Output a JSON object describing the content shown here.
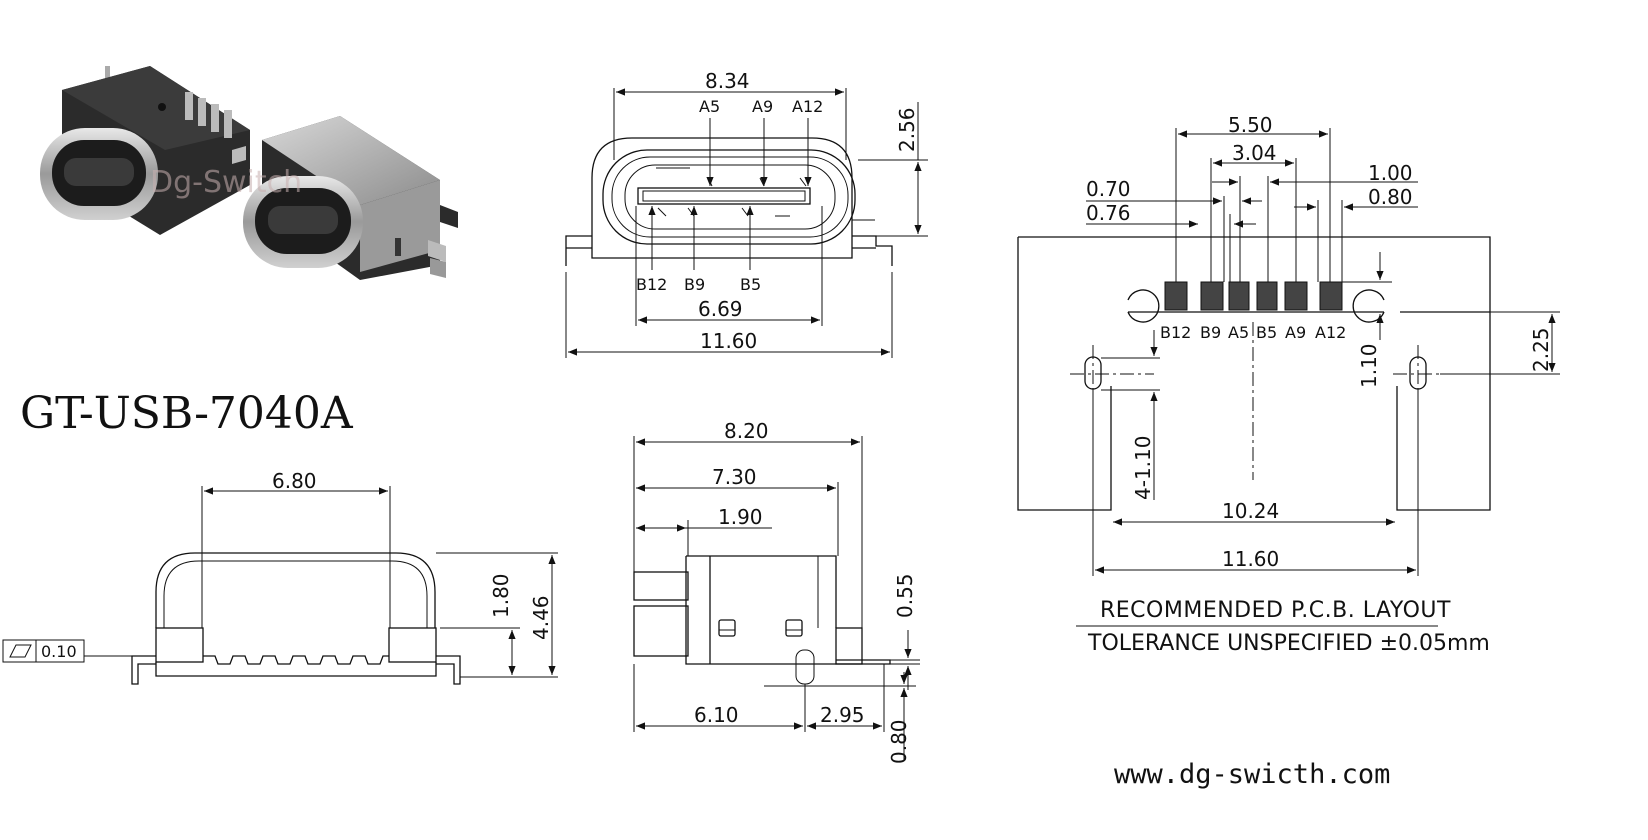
{
  "model": "GT-USB-7040A",
  "website": "www.dg-swicth.com",
  "watermark": "Dg-Switch",
  "colors": {
    "ink": "#111111",
    "pad_fill": "#444444",
    "photo_body": "#2a2a2a",
    "photo_metal": "#b8b8b8"
  },
  "front_view": {
    "dims": {
      "top_width": "8.34",
      "height": "2.56",
      "inner_width": "6.69",
      "total_width": "11.60"
    },
    "pins_top": [
      "A5",
      "A9",
      "A12"
    ],
    "pins_bottom": [
      "B12",
      "B9",
      "B5"
    ]
  },
  "bottom_view": {
    "dims": {
      "width": "6.80",
      "h1": "1.80",
      "h2": "4.46"
    },
    "flatness": {
      "symbol": "flatness-icon",
      "value": "0.10"
    }
  },
  "side_view": {
    "dims": {
      "d1": "8.20",
      "d2": "7.30",
      "d3": "1.90",
      "d4": "0.55",
      "d5": "6.10",
      "d6": "2.95",
      "d7": "0.80"
    }
  },
  "pcb_layout": {
    "dims": {
      "d_550": "5.50",
      "d_304": "3.04",
      "d_100": "1.00",
      "d_070": "0.70",
      "d_080": "0.80",
      "d_076": "0.76",
      "d_225": "2.25",
      "d_110": "1.10",
      "d_4x110": "4-1.10",
      "d_1024": "10.24",
      "d_1160": "11.60"
    },
    "pads": [
      "B12",
      "B9",
      "A5",
      "B5",
      "A9",
      "A12"
    ],
    "title": "RECOMMENDED  P.C.B. LAYOUT",
    "tolerance": "TOLERANCE UNSPECIFIED ±0.05mm"
  }
}
